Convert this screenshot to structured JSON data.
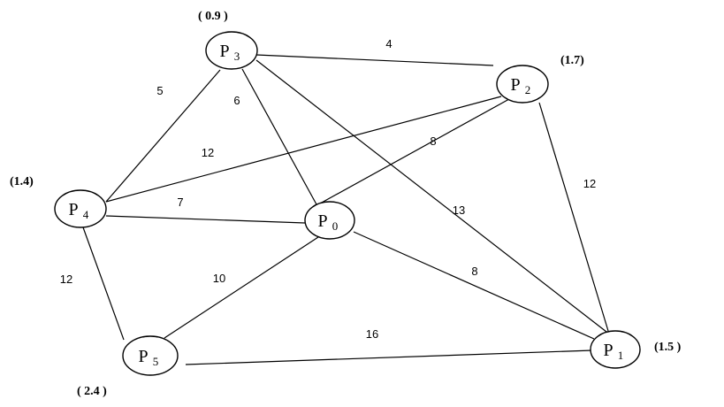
{
  "nodes": [
    {
      "id": "P0",
      "letter": "P",
      "sub": "0",
      "value": ""
    },
    {
      "id": "P1",
      "letter": "P",
      "sub": "1",
      "value": "(1.5 )"
    },
    {
      "id": "P2",
      "letter": "P",
      "sub": "2",
      "value": "(1.7)"
    },
    {
      "id": "P3",
      "letter": "P",
      "sub": "3",
      "value": "( 0.9 )"
    },
    {
      "id": "P4",
      "letter": "P",
      "sub": "4",
      "value": "(1.4)"
    },
    {
      "id": "P5",
      "letter": "P",
      "sub": "5",
      "value": "( 2.4 )"
    }
  ],
  "edges": [
    {
      "from": "P3",
      "to": "P2",
      "weight": "4"
    },
    {
      "from": "P3",
      "to": "P4",
      "weight": "5"
    },
    {
      "from": "P3",
      "to": "P0",
      "weight": "6"
    },
    {
      "from": "P3",
      "to": "P1",
      "weight": "13"
    },
    {
      "from": "P4",
      "to": "P2",
      "weight": "12"
    },
    {
      "from": "P4",
      "to": "P0",
      "weight": "7"
    },
    {
      "from": "P4",
      "to": "P5",
      "weight": "12"
    },
    {
      "from": "P0",
      "to": "P2",
      "weight": "8"
    },
    {
      "from": "P0",
      "to": "P5",
      "weight": "10"
    },
    {
      "from": "P0",
      "to": "P1",
      "weight": "8"
    },
    {
      "from": "P2",
      "to": "P1",
      "weight": "12"
    },
    {
      "from": "P5",
      "to": "P1",
      "weight": "16"
    }
  ]
}
